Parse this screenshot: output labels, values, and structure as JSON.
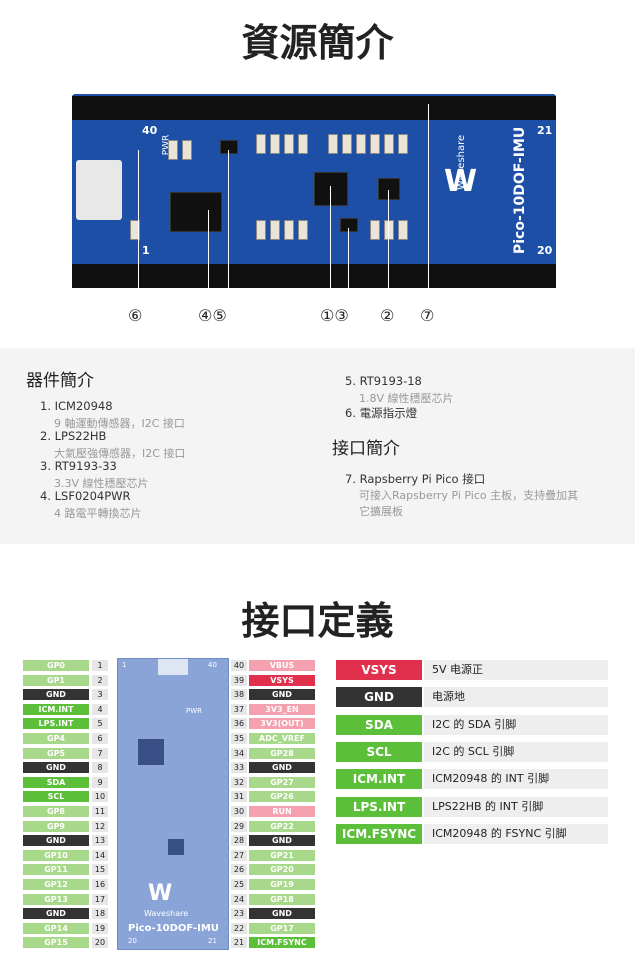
{
  "title_resources": "資源簡介",
  "board": {
    "name": "Pico-10DOF-IMU",
    "brand": "Waveshare",
    "pwr_label": "PWR",
    "pin_40": "40",
    "pin_1": "1",
    "pin_21": "21",
    "pin_20": "20",
    "callouts": [
      "⑥",
      "④⑤",
      "①③",
      "②",
      "⑦"
    ]
  },
  "devices": {
    "title": "器件簡介",
    "items": [
      {
        "main": "1. ICM20948",
        "sub": "9 軸運動傳感器，I2C 接口"
      },
      {
        "main": "2. LPS22HB",
        "sub": "大氣壓強傳感器，I2C 接口"
      },
      {
        "main": "3. RT9193-33",
        "sub": "3.3V 線性穩壓芯片"
      },
      {
        "main": "4. LSF0204PWR",
        "sub": "4 路電平轉換芯片"
      }
    ],
    "items_right": [
      {
        "main": "5. RT9193-18",
        "sub": "1.8V 線性穩壓芯片"
      },
      {
        "main": "6. 電源指示燈",
        "sub": ""
      }
    ]
  },
  "interfaces": {
    "title": "接口簡介",
    "items": [
      {
        "main": "7. Rapsberry Pi Pico 接口",
        "sub1": "可接入Rapsberry Pi Pico 主板，支持疊加其",
        "sub2": "它擴展板"
      }
    ]
  },
  "title_pinout": "接口定義",
  "pins_left": [
    {
      "label": "GP0",
      "num": "1",
      "color": "#a8d88a"
    },
    {
      "label": "GP1",
      "num": "2",
      "color": "#a8d88a"
    },
    {
      "label": "GND",
      "num": "3",
      "color": "#333333"
    },
    {
      "label": "ICM.INT",
      "num": "4",
      "color": "#5cbf3a"
    },
    {
      "label": "LPS.INT",
      "num": "5",
      "color": "#5cbf3a"
    },
    {
      "label": "GP4",
      "num": "6",
      "color": "#a8d88a"
    },
    {
      "label": "GP5",
      "num": "7",
      "color": "#a8d88a"
    },
    {
      "label": "GND",
      "num": "8",
      "color": "#333333"
    },
    {
      "label": "SDA",
      "num": "9",
      "color": "#5cbf3a"
    },
    {
      "label": "SCL",
      "num": "10",
      "color": "#5cbf3a"
    },
    {
      "label": "GP8",
      "num": "11",
      "color": "#a8d88a"
    },
    {
      "label": "GP9",
      "num": "12",
      "color": "#a8d88a"
    },
    {
      "label": "GND",
      "num": "13",
      "color": "#333333"
    },
    {
      "label": "GP10",
      "num": "14",
      "color": "#a8d88a"
    },
    {
      "label": "GP11",
      "num": "15",
      "color": "#a8d88a"
    },
    {
      "label": "GP12",
      "num": "16",
      "color": "#a8d88a"
    },
    {
      "label": "GP13",
      "num": "17",
      "color": "#a8d88a"
    },
    {
      "label": "GND",
      "num": "18",
      "color": "#333333"
    },
    {
      "label": "GP14",
      "num": "19",
      "color": "#a8d88a"
    },
    {
      "label": "GP15",
      "num": "20",
      "color": "#a8d88a"
    }
  ],
  "pins_right": [
    {
      "label": "VBUS",
      "num": "40",
      "color": "#f4a0ae"
    },
    {
      "label": "VSYS",
      "num": "39",
      "color": "#e0304e"
    },
    {
      "label": "GND",
      "num": "38",
      "color": "#333333"
    },
    {
      "label": "3V3_EN",
      "num": "37",
      "color": "#f4a0ae"
    },
    {
      "label": "3V3(OUT)",
      "num": "36",
      "color": "#f4a0ae"
    },
    {
      "label": "ADC_VREF",
      "num": "35",
      "color": "#a8d88a"
    },
    {
      "label": "GP28",
      "num": "34",
      "color": "#a8d88a"
    },
    {
      "label": "GND",
      "num": "33",
      "color": "#333333"
    },
    {
      "label": "GP27",
      "num": "32",
      "color": "#a8d88a"
    },
    {
      "label": "GP26",
      "num": "31",
      "color": "#a8d88a"
    },
    {
      "label": "RUN",
      "num": "30",
      "color": "#f4a0ae"
    },
    {
      "label": "GP22",
      "num": "29",
      "color": "#a8d88a"
    },
    {
      "label": "GND",
      "num": "28",
      "color": "#333333"
    },
    {
      "label": "GP21",
      "num": "27",
      "color": "#a8d88a"
    },
    {
      "label": "GP20",
      "num": "26",
      "color": "#a8d88a"
    },
    {
      "label": "GP19",
      "num": "25",
      "color": "#a8d88a"
    },
    {
      "label": "GP18",
      "num": "24",
      "color": "#a8d88a"
    },
    {
      "label": "GND",
      "num": "23",
      "color": "#333333"
    },
    {
      "label": "GP17",
      "num": "22",
      "color": "#a8d88a"
    },
    {
      "label": "ICM.FSYNC",
      "num": "21",
      "color": "#5cbf3a"
    }
  ],
  "mini_board": {
    "brand": "Waveshare",
    "name": "Pico-10DOF-IMU",
    "pwr": "PWR",
    "n1": "1",
    "n40": "40",
    "n20": "20",
    "n21": "21"
  },
  "legend": [
    {
      "tag": "VSYS",
      "desc": "5V 电源正",
      "color": "#e0304e"
    },
    {
      "tag": "GND",
      "desc": "电源地",
      "color": "#333333"
    },
    {
      "tag": "SDA",
      "desc": "I2C 的 SDA 引脚",
      "color": "#5cbf3a"
    },
    {
      "tag": "SCL",
      "desc": "I2C 的 SCL 引脚",
      "color": "#5cbf3a"
    },
    {
      "tag": "ICM.INT",
      "desc": "ICM20948 的 INT 引脚",
      "color": "#5cbf3a"
    },
    {
      "tag": "LPS.INT",
      "desc": "LPS22HB 的 INT 引脚",
      "color": "#5cbf3a"
    },
    {
      "tag": "ICM.FSYNC",
      "desc": "ICM20948 的 FSYNC 引脚",
      "color": "#5cbf3a"
    }
  ]
}
